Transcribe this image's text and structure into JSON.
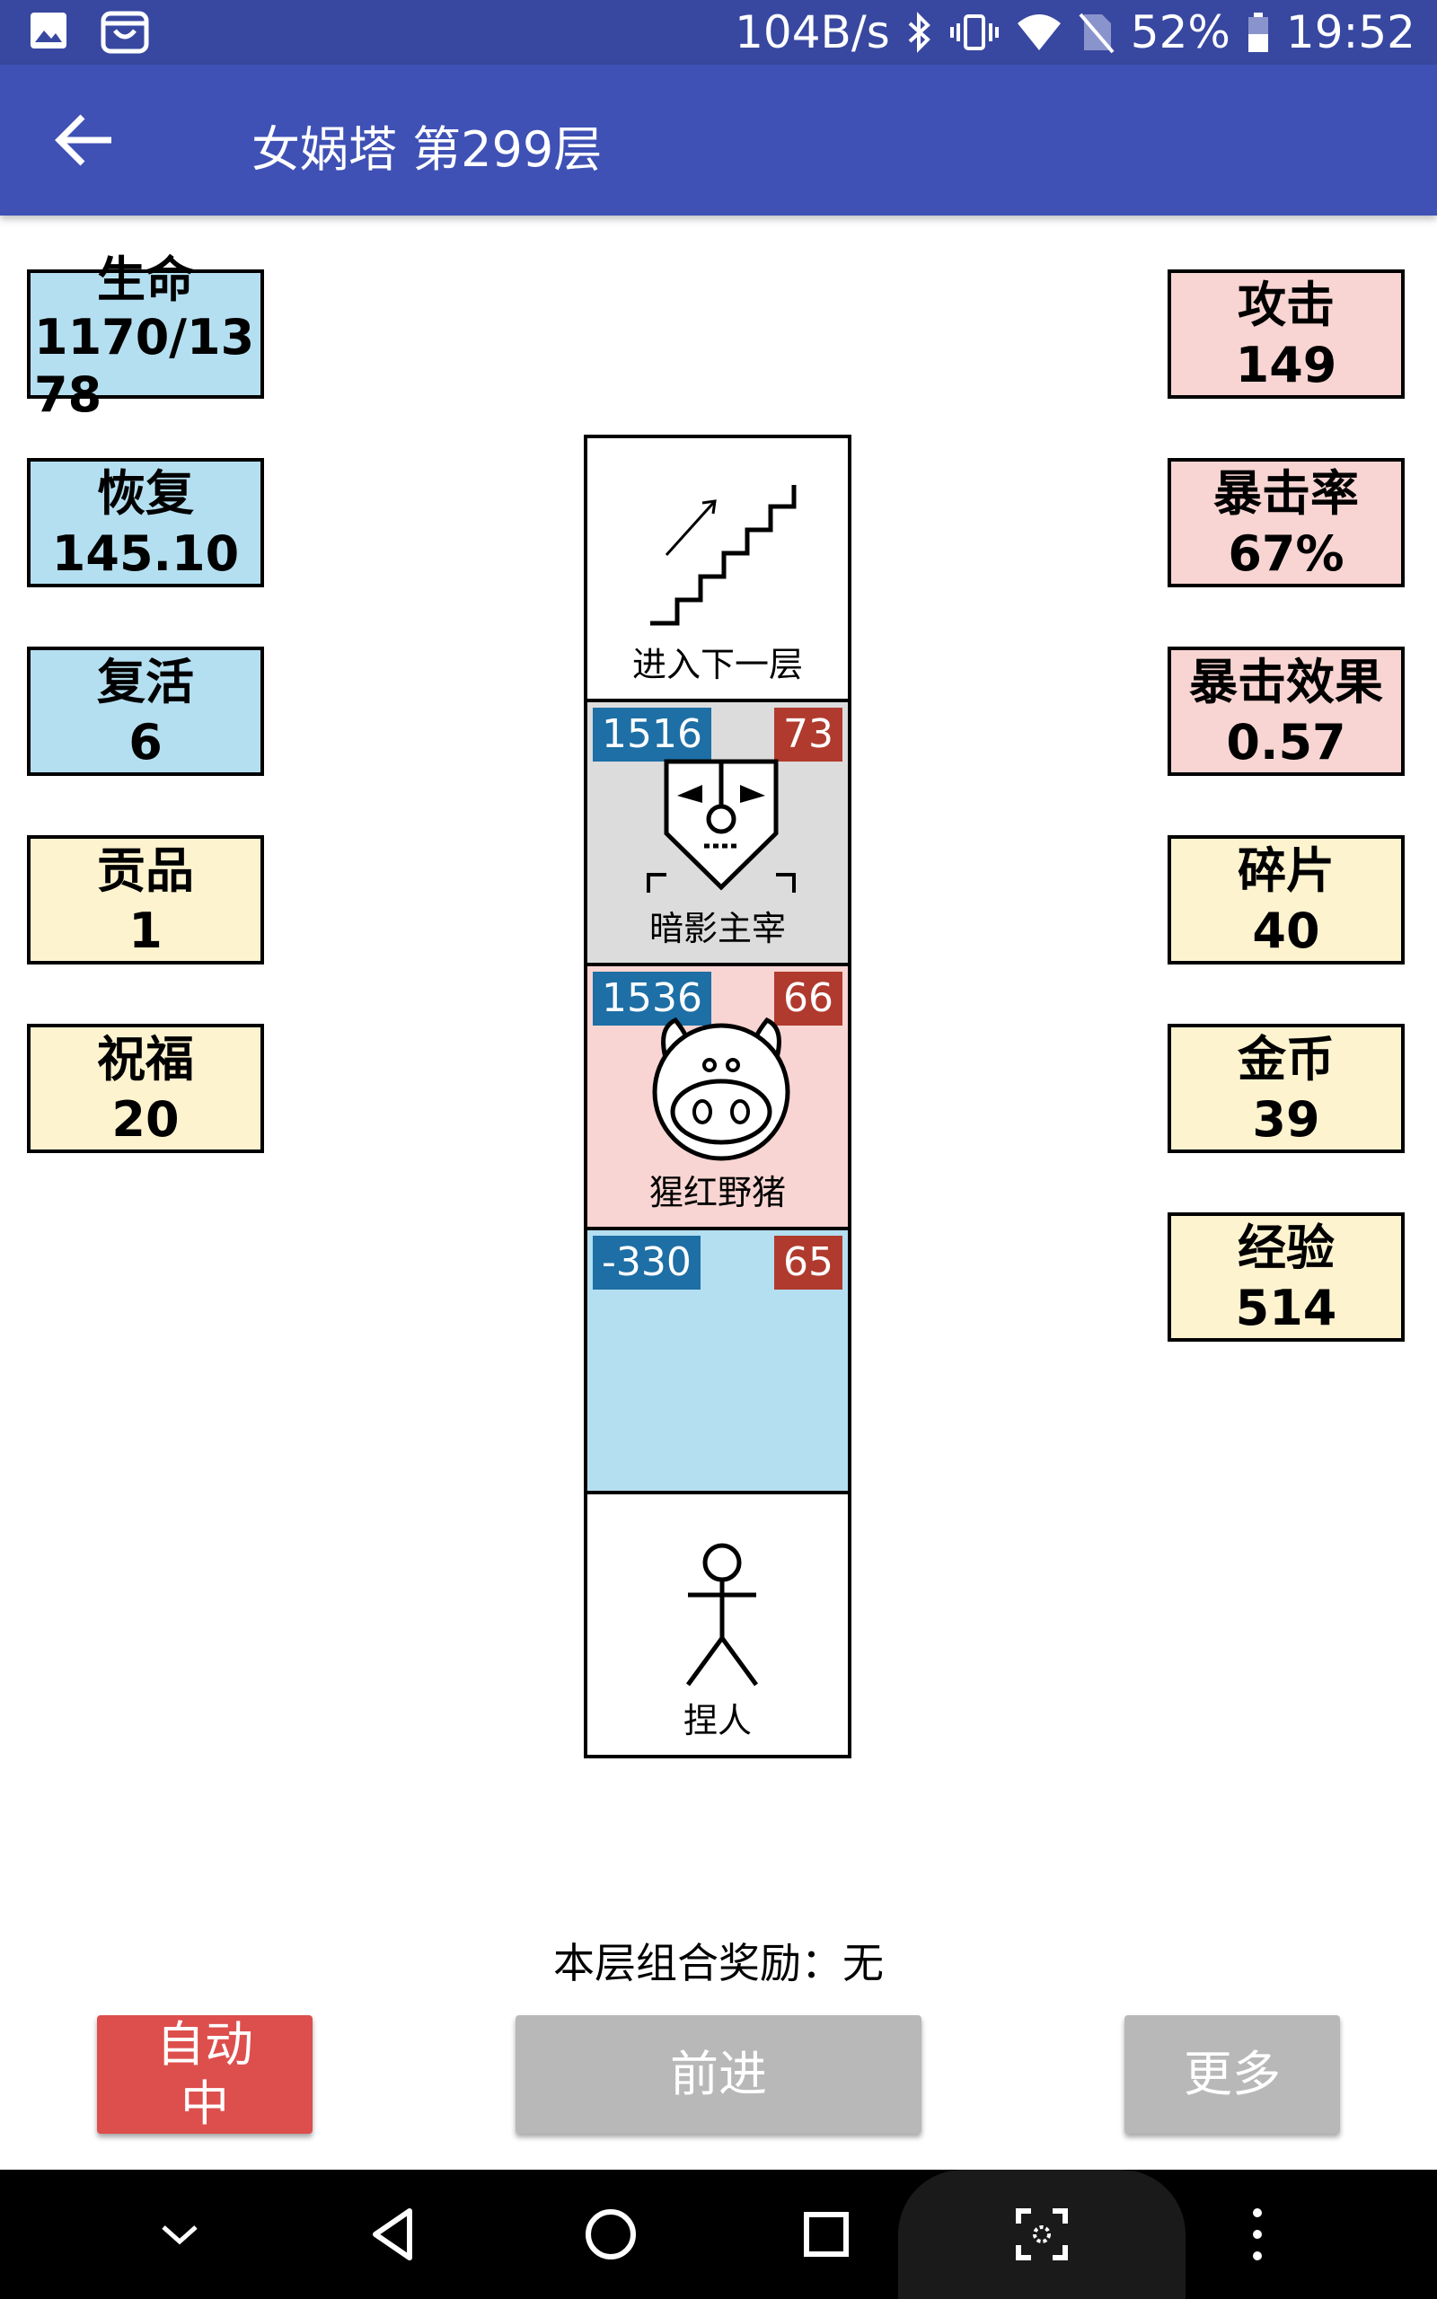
{
  "status_bar": {
    "net_speed": "104B/s",
    "battery": "52%",
    "time": "19:52",
    "icons": [
      "gallery-icon",
      "shop-bag-icon",
      "bluetooth-icon",
      "vibrate-icon",
      "wifi-icon",
      "no-sim-icon",
      "battery-icon"
    ]
  },
  "app_bar": {
    "title": "女娲塔 第299层",
    "back_icon": "arrow-left-icon"
  },
  "left_stats": [
    {
      "label": "生命",
      "value": "1170/1378"
    },
    {
      "label": "恢复",
      "value": "145.10"
    },
    {
      "label": "复活",
      "value": "6"
    },
    {
      "label": "贡品",
      "value": "1"
    },
    {
      "label": "祝福",
      "value": "20"
    }
  ],
  "right_stats": [
    {
      "label": "攻击",
      "value": "149"
    },
    {
      "label": "暴击率",
      "value": "67%"
    },
    {
      "label": "暴击效果",
      "value": "0.57"
    },
    {
      "label": "碎片",
      "value": "40"
    },
    {
      "label": "金币",
      "value": "39"
    },
    {
      "label": "经验",
      "value": "514"
    }
  ],
  "tower": {
    "stairs": {
      "label": "进入下一层",
      "icon": "stairs-icon"
    },
    "enemy1": {
      "name": "暗影主宰",
      "hp": "1516",
      "atk": "73",
      "icon": "shadow-mask-icon"
    },
    "enemy2": {
      "name": "猩红野猪",
      "hp": "1536",
      "atk": "66",
      "icon": "pig-icon"
    },
    "buff": {
      "hp": "-330",
      "atk": "65"
    },
    "player": {
      "name": "捏人",
      "icon": "stick-figure-icon"
    }
  },
  "combo_reward": "本层组合奖励：无",
  "buttons": {
    "auto_line1": "自动",
    "auto_line2": "中",
    "forward": "前进",
    "more": "更多"
  },
  "colors": {
    "app_bar": "#3f51b5",
    "blue_stat": "#b4dff0",
    "pink_stat": "#f8d5d2",
    "yellow_stat": "#fdf3cf",
    "hp_badge": "#1d6fa5",
    "atk_badge": "#b03a2e",
    "auto_button": "#dd4f4c",
    "gray_button": "#b8b8b8"
  },
  "nav_bar": {
    "icons": [
      "collapse-chevron-icon",
      "back-triangle-icon",
      "home-circle-icon",
      "recents-square-icon",
      "screenshot-icon",
      "more-dots-icon"
    ]
  }
}
